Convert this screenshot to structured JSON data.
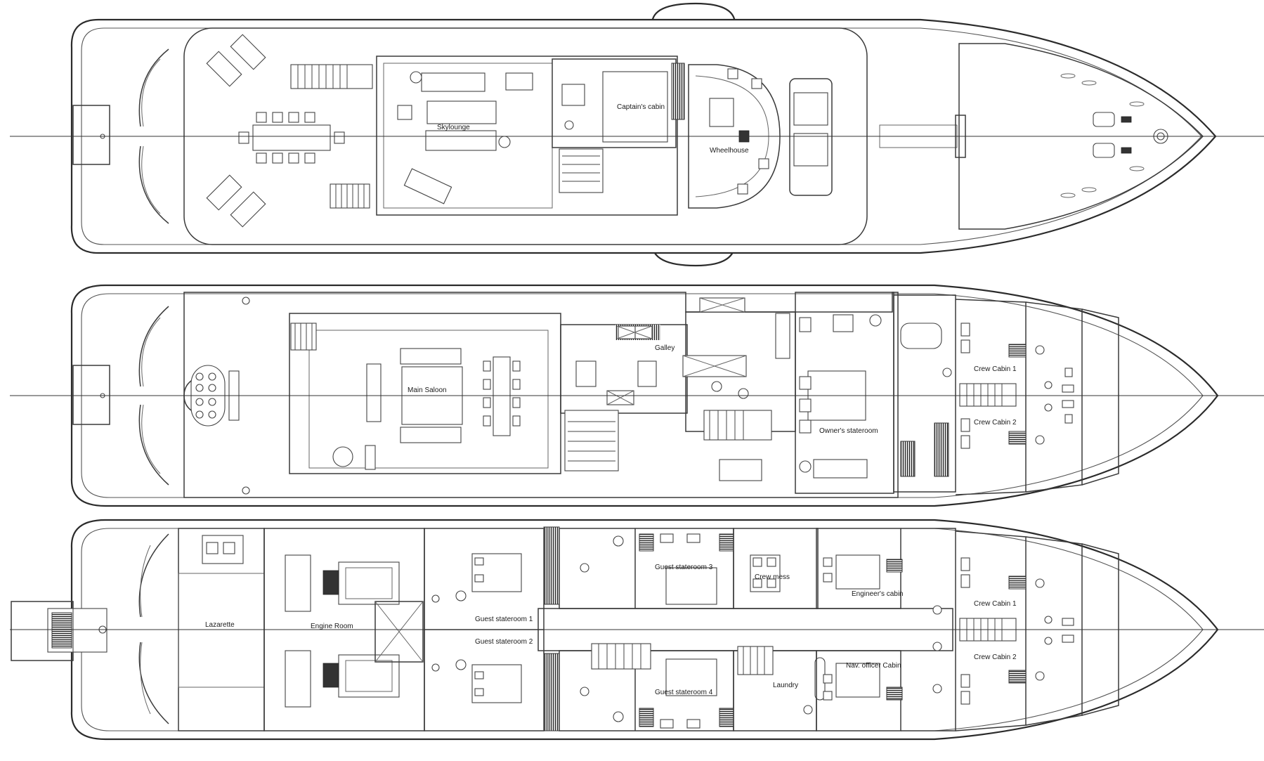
{
  "decks": [
    {
      "id": "sundeck",
      "rooms": [
        {
          "key": "skylounge",
          "label": "Skylounge"
        },
        {
          "key": "captains_cabin",
          "label": "Captain's cabin"
        },
        {
          "key": "wheelhouse",
          "label": "Wheelhouse"
        }
      ]
    },
    {
      "id": "main-deck",
      "rooms": [
        {
          "key": "main_saloon",
          "label": "Main Saloon"
        },
        {
          "key": "galley",
          "label": "Galley"
        },
        {
          "key": "owners_stateroom",
          "label": "Owner's stateroom"
        },
        {
          "key": "crew_cabin_1",
          "label": "Crew Cabin 1"
        },
        {
          "key": "crew_cabin_2",
          "label": "Crew Cabin 2"
        }
      ]
    },
    {
      "id": "lower-deck",
      "rooms": [
        {
          "key": "lazarette",
          "label": "Lazarette"
        },
        {
          "key": "engine_room",
          "label": "Engine Room"
        },
        {
          "key": "guest_stateroom_1",
          "label": "Guest stateroom 1"
        },
        {
          "key": "guest_stateroom_2",
          "label": "Guest stateroom 2"
        },
        {
          "key": "guest_stateroom_3",
          "label": "Guest stateroom 3"
        },
        {
          "key": "guest_stateroom_4",
          "label": "Guest stateroom 4"
        },
        {
          "key": "crew_mess",
          "label": "Crew mess"
        },
        {
          "key": "engineers_cabin",
          "label": "Engineer's cabin"
        },
        {
          "key": "laundry",
          "label": "Laundry"
        },
        {
          "key": "nav_officer_cabin",
          "label": "Nav. officer Cabin"
        },
        {
          "key": "crew_cabin_1",
          "label": "Crew Cabin 1"
        },
        {
          "key": "crew_cabin_2",
          "label": "Crew Cabin 2"
        }
      ]
    }
  ]
}
